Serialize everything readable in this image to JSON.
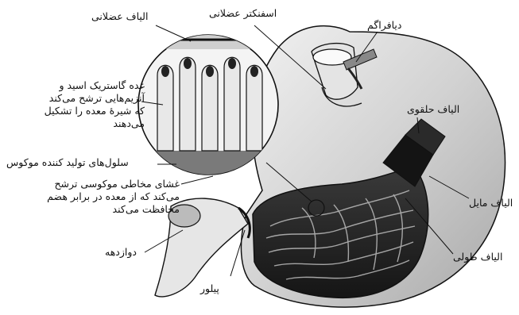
{
  "labels": {
    "muscle_fibers": "الیاف عضلانی",
    "muscular_sphincter": "اسفنکتر عضلانی",
    "diaphragm": "دیافراگم",
    "gastric_glands": [
      "غده گاستریک اسید و",
      "آنزیم‌هایی ترشح می‌کند",
      "که شیرهٔ معده را تشکیل",
      "می‌دهند"
    ],
    "mucus_cells": "سلول‌های تولید کننده موکوس",
    "circular_fibers": "الیاف حلقوی",
    "mucosa": [
      "غشای مخاطی موکوسی ترشح",
      "می‌کند که از معده در برابر هضم",
      "محافظت می‌کند"
    ],
    "oblique_fibers": "الیاف مایل",
    "duodenum": "دوازدهه",
    "longitudinal_fibers": "الیاف طولی",
    "pylorus": "پیلور"
  },
  "colors": {
    "ink": "#111111",
    "paper": "#ffffff",
    "shade": "#4a4a4a",
    "light": "#dcdcdc"
  }
}
